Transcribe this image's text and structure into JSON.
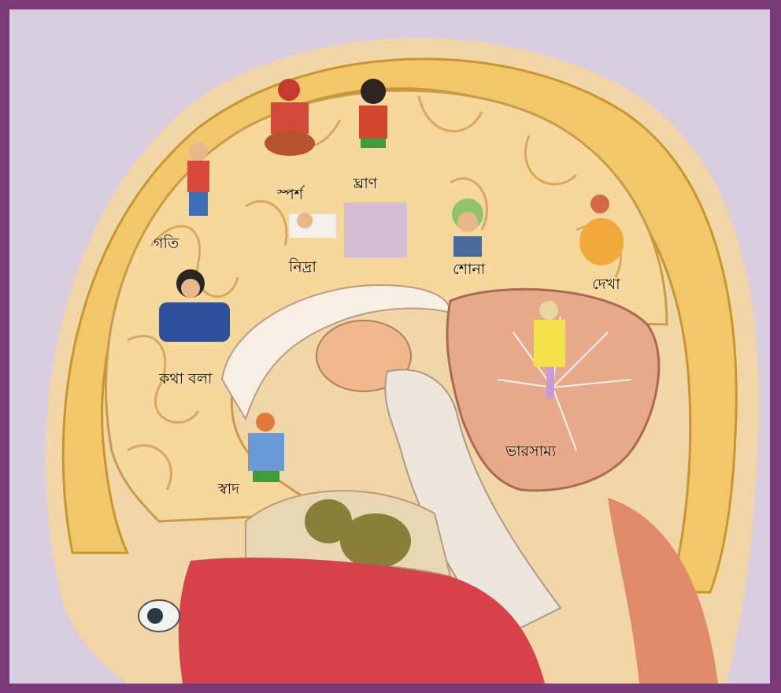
{
  "labels": {
    "sparsha": "স্পর্শ",
    "ghran": "ঘ্রাণ",
    "gati": "গতি",
    "nidra": "নিদ্রা",
    "shona": "শোনা",
    "dekha": "দেখা",
    "katha_bala": "কথা বলা",
    "bharsamya": "ভারসাম্য",
    "swad": "স্বাদ"
  },
  "colors": {
    "frame": "#7a3a78",
    "background": "#d9cde0",
    "skull": "#f2c76a",
    "brain": "#f6d79c",
    "cerebellum": "#e8a98a"
  }
}
